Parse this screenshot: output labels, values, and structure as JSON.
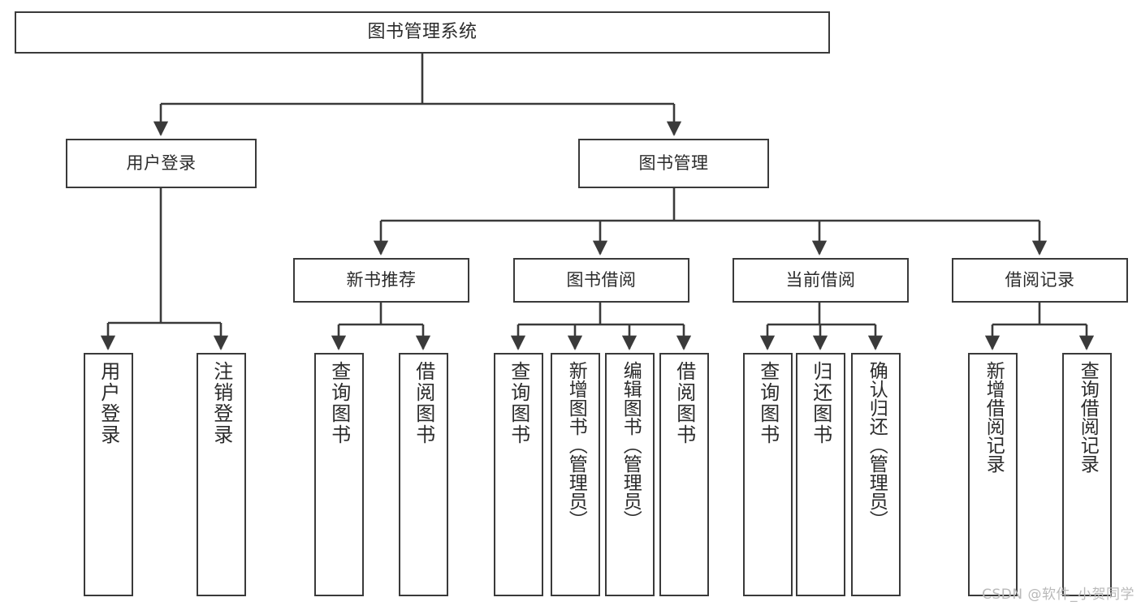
{
  "diagram": {
    "title": "图书管理系统",
    "type": "hierarchy-tree",
    "watermark": "CSDN @软件_小贺同学",
    "colors": {
      "box_border": "#3a3a3a",
      "box_fill": "#ffffff",
      "edge": "#3a3a3a",
      "text": "#2b2b2b",
      "watermark": "#b9b9b9",
      "background": "#ffffff"
    },
    "nodes": {
      "root": {
        "label": "图书管理系统"
      },
      "level1": [
        {
          "id": "user-login",
          "label": "用户登录"
        },
        {
          "id": "book-management",
          "label": "图书管理"
        }
      ],
      "level2": [
        {
          "id": "new-book-recommend",
          "label": "新书推荐"
        },
        {
          "id": "book-borrow",
          "label": "图书借阅"
        },
        {
          "id": "current-borrow",
          "label": "当前借阅"
        },
        {
          "id": "borrow-record",
          "label": "借阅记录"
        }
      ],
      "leaves": {
        "user_login": [
          {
            "id": "leaf-user-login",
            "label": "用户登录"
          },
          {
            "id": "leaf-logout-login",
            "label": "注销登录"
          }
        ],
        "new_book_recommend": [
          {
            "id": "leaf-query-book-1",
            "label": "查询图书"
          },
          {
            "id": "leaf-borrow-book-1",
            "label": "借阅图书"
          }
        ],
        "book_borrow": [
          {
            "id": "leaf-query-book-2",
            "label": "查询图书"
          },
          {
            "id": "leaf-add-book",
            "label": "新增图书（管理员）"
          },
          {
            "id": "leaf-edit-book",
            "label": "编辑图书（管理员）"
          },
          {
            "id": "leaf-borrow-book-2",
            "label": "借阅图书"
          }
        ],
        "current_borrow": [
          {
            "id": "leaf-query-book-3",
            "label": "查询图书"
          },
          {
            "id": "leaf-return-book",
            "label": "归还图书"
          },
          {
            "id": "leaf-confirm-return",
            "label": "确认归还（管理员）"
          }
        ],
        "borrow_record": [
          {
            "id": "leaf-add-record",
            "label": "新增借阅记录"
          },
          {
            "id": "leaf-query-record",
            "label": "查询借阅记录"
          }
        ]
      }
    }
  }
}
